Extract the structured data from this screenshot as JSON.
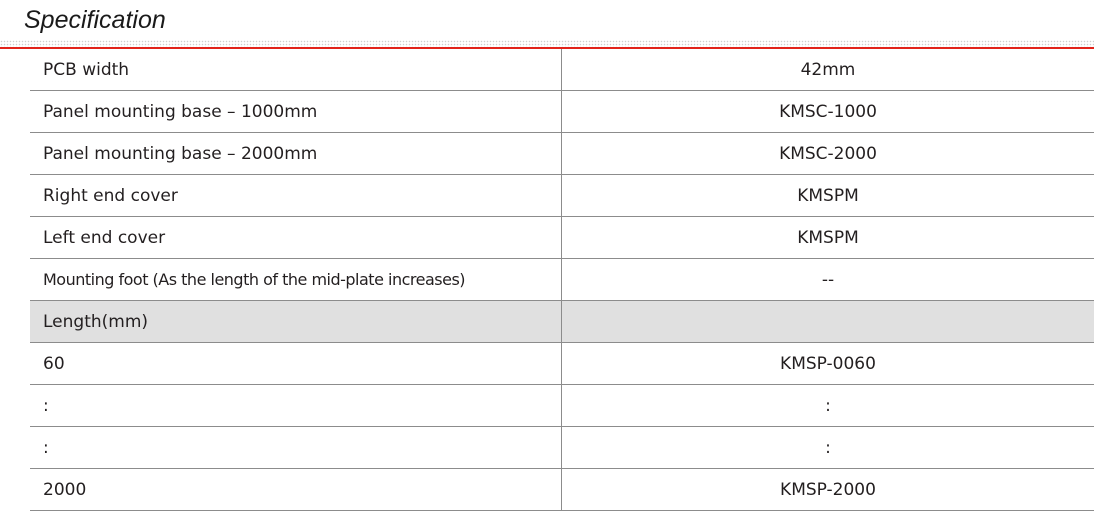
{
  "title": "Specification",
  "accent_color": "#e2231a",
  "rows": [
    {
      "label": "PCB width",
      "value": "42mm"
    },
    {
      "label": "Panel mounting base – 1000mm",
      "value": "KMSC-1000"
    },
    {
      "label": "Panel mounting base – 2000mm",
      "value": "KMSC-2000"
    },
    {
      "label": "Right end cover",
      "value": "KMSPM"
    },
    {
      "label": "Left end cover",
      "value": "KMSPM"
    },
    {
      "label": "Mounting foot (As the length of the mid-plate increases)",
      "value": "--"
    },
    {
      "label": "Length(mm)",
      "value": ""
    },
    {
      "label": "60",
      "value": "KMSP-0060"
    },
    {
      "label": ":",
      "value": ":"
    },
    {
      "label": ":",
      "value": ":"
    },
    {
      "label": "2000",
      "value": "KMSP-2000"
    }
  ]
}
